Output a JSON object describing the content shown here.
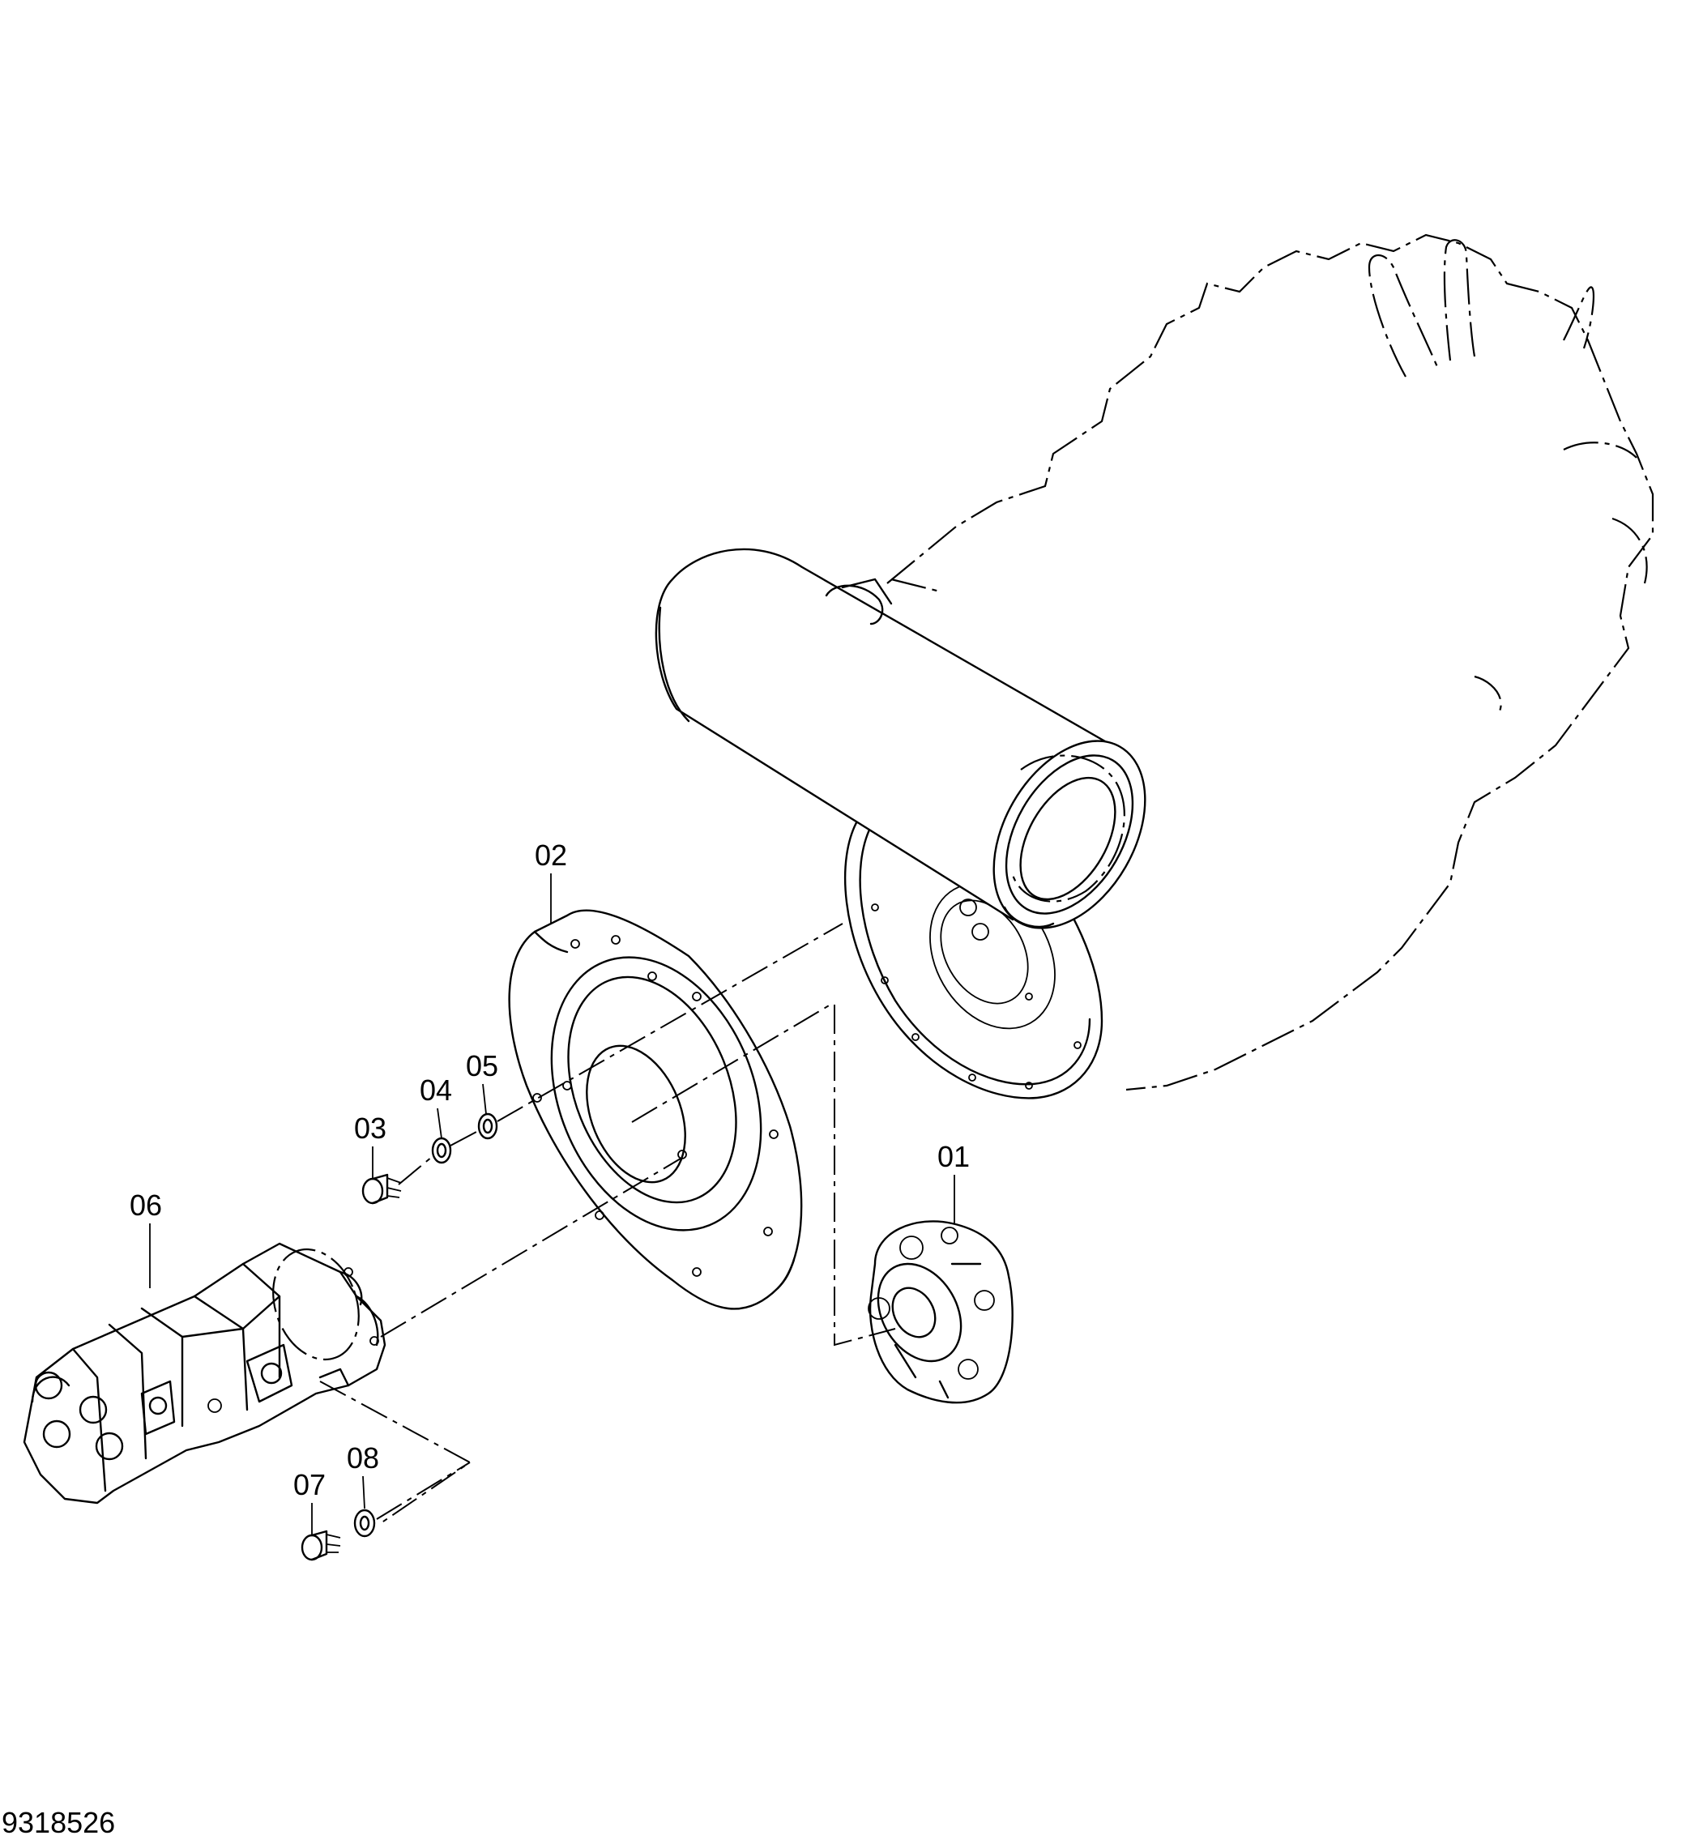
{
  "drawing_number": "9318526",
  "callouts": [
    {
      "id": "01",
      "label": "01"
    },
    {
      "id": "02",
      "label": "02"
    },
    {
      "id": "03",
      "label": "03"
    },
    {
      "id": "04",
      "label": "04"
    },
    {
      "id": "05",
      "label": "05"
    },
    {
      "id": "06",
      "label": "06"
    },
    {
      "id": "07",
      "label": "07"
    },
    {
      "id": "08",
      "label": "08"
    }
  ]
}
